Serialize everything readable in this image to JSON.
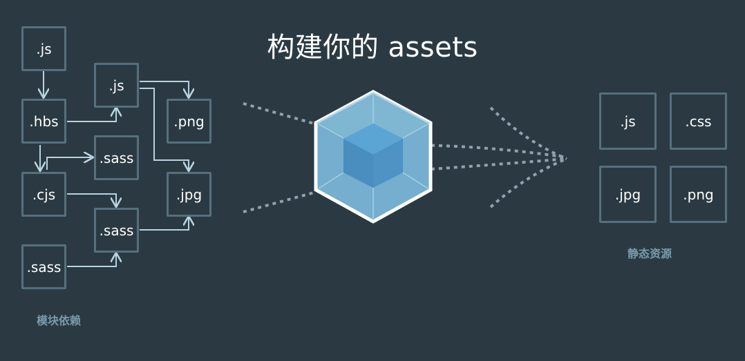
{
  "title": "构建你的 assets",
  "modules": {
    "caption": "模块依赖",
    "items": [
      ".js",
      ".hbs",
      ".cjs",
      ".sass",
      ".js",
      ".sass",
      ".sass",
      ".png",
      ".jpg"
    ]
  },
  "assets": {
    "caption": "静态资源",
    "items": [
      ".js",
      ".css",
      ".jpg",
      ".png"
    ]
  },
  "colors": {
    "background": "#2b3a42",
    "box_border": "#56707d",
    "arrow": "#b8d4e0",
    "dash": "#8fa3ae",
    "cube_outer": "#8ed6fb",
    "cube_inner": "#1c78c0",
    "caption": "#7a9aaa"
  }
}
